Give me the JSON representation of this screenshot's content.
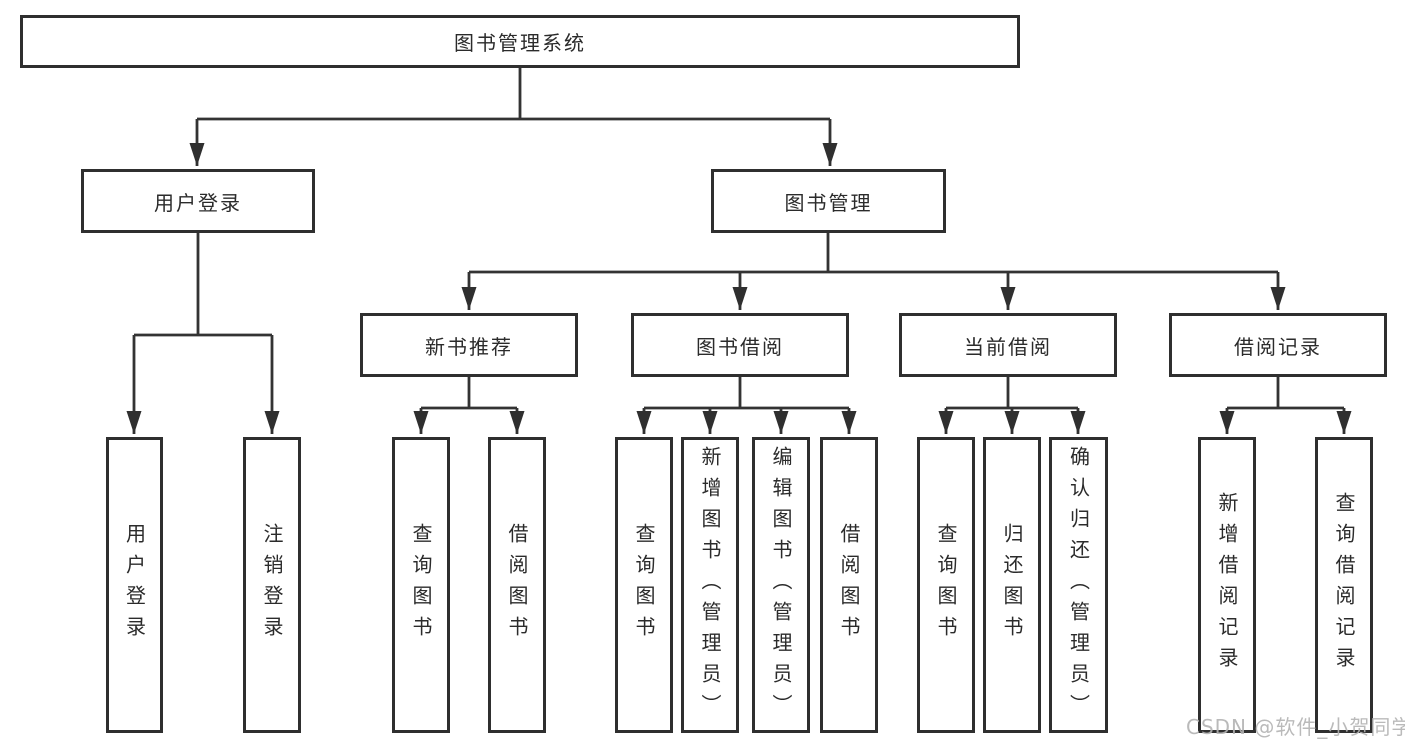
{
  "diagram_type": "hierarchy-tree",
  "colors": {
    "background": "#ffffff",
    "box_border": "#2f2f2f",
    "line": "#333333",
    "text": "#2b2b2b",
    "watermark": "#b2b2b2"
  },
  "tree": {
    "label": "图书管理系统",
    "children": [
      {
        "label": "用户登录",
        "children": [
          {
            "label": "用户登录"
          },
          {
            "label": "注销登录"
          }
        ]
      },
      {
        "label": "图书管理",
        "children": [
          {
            "label": "新书推荐",
            "children": [
              {
                "label": "查询图书"
              },
              {
                "label": "借阅图书"
              }
            ]
          },
          {
            "label": "图书借阅",
            "children": [
              {
                "label": "查询图书"
              },
              {
                "label": "新增图书（管理员）"
              },
              {
                "label": "编辑图书（管理员）"
              },
              {
                "label": "借阅图书"
              }
            ]
          },
          {
            "label": "当前借阅",
            "children": [
              {
                "label": "查询图书"
              },
              {
                "label": "归还图书"
              },
              {
                "label": "确认归还（管理员）"
              }
            ]
          },
          {
            "label": "借阅记录",
            "children": [
              {
                "label": "新增借阅记录"
              },
              {
                "label": "查询借阅记录"
              }
            ]
          }
        ]
      }
    ]
  },
  "watermark": {
    "text": "CSDN @软件_小贺同学"
  }
}
